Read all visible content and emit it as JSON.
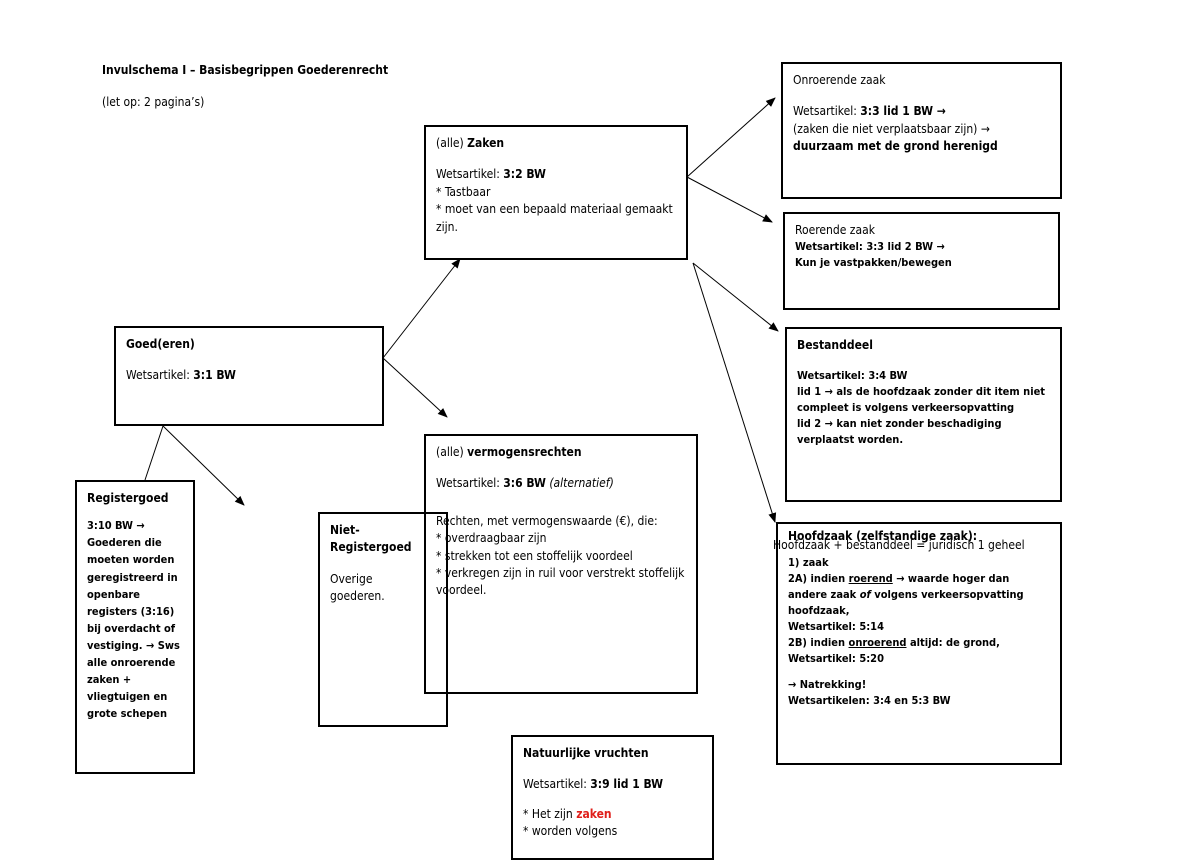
{
  "page": {
    "title": "Invulschema I – Basisbegrippen Goederenrecht",
    "note": "(let op: 2 pagina’s)"
  },
  "goed": {
    "title": "Goed(eren)",
    "artikel_label": "Wetsartikel: ",
    "artikel": "3:1 BW"
  },
  "zaken": {
    "title_prefix": "(alle) ",
    "title": "Zaken",
    "artikel_label": "Wetsartikel: ",
    "artikel": "3:2 BW",
    "line1": "* Tastbaar",
    "line2": "* moet van een bepaald materiaal gemaakt zijn."
  },
  "onroerend": {
    "title": "Onroerende zaak",
    "artikel_label": "Wetsartikel: ",
    "artikel": "3:3 lid 1 BW →",
    "line1": "(zaken die niet verplaatsbaar zijn) →",
    "line2": "duurzaam met de grond herenigd"
  },
  "roerend": {
    "title": "Roerende zaak",
    "line1": "Wetsartikel: 3:3 lid 2 BW →",
    "line2": "Kun je vastpakken/bewegen"
  },
  "bestanddeel": {
    "title": "Bestanddeel",
    "line1": "Wetsartikel: 3:4 BW",
    "line2": "lid 1 → als de hoofdzaak zonder dit item niet compleet is volgens verkeersopvatting",
    "line3": "lid 2 → kan niet zonder beschadiging verplaatst worden."
  },
  "hoofdzaak": {
    "title": "Hoofdzaak (zelfstandige zaak):",
    "overlay": "Hoofdzaak + bestanddeel = juridisch 1 geheel",
    "line1": "1) zaak",
    "line2a": "2A) indien ",
    "line2a_u": "roerend",
    "line2a_rest": "  → waarde hoger dan andere zaak ",
    "line2a_of": "of",
    "line2a_end": " volgens verkeersopvatting hoofdzaak,",
    "line3": "Wetsartikel: 5:14",
    "line4a": "2B) indien ",
    "line4a_u": "onroerend",
    "line4a_rest": " altijd: de grond,",
    "line5": "Wetsartikel: 5:20",
    "line6": "→ Natrekking!",
    "line7": "Wetsartikelen: 3:4 en 5:3 BW"
  },
  "vermogensrechten": {
    "title_prefix": "(alle) ",
    "title": "vermogensrechten",
    "artikel_label": "Wetsartikel: ",
    "artikel": "3:6 BW",
    "artikel_note": " (alternatief)",
    "line1": "Rechten, met vermogenswaarde (€), die:",
    "line2": "* overdraagbaar zijn",
    "line3": "* strekken tot een stoffelijk voordeel",
    "line4": "* verkregen zijn in ruil voor verstrekt stoffelijk voordeel."
  },
  "registergoed": {
    "title": "Registergoed",
    "body": "3:10 BW → Goederen die moeten worden geregistreerd in openbare registers (3:16) bij overdacht of vestiging. → Sws alle onroerende zaken + vliegtuigen en grote schepen"
  },
  "niet_registergoed": {
    "title": "Niet-Registergoed",
    "body": "Overige goederen."
  },
  "vruchten": {
    "title": "Natuurlijke vruchten",
    "artikel_label": "Wetsartikel: ",
    "artikel": "3:9 lid 1 BW",
    "line1_a": "* Het zijn ",
    "line1_red": "zaken",
    "line2": "* worden volgens"
  }
}
